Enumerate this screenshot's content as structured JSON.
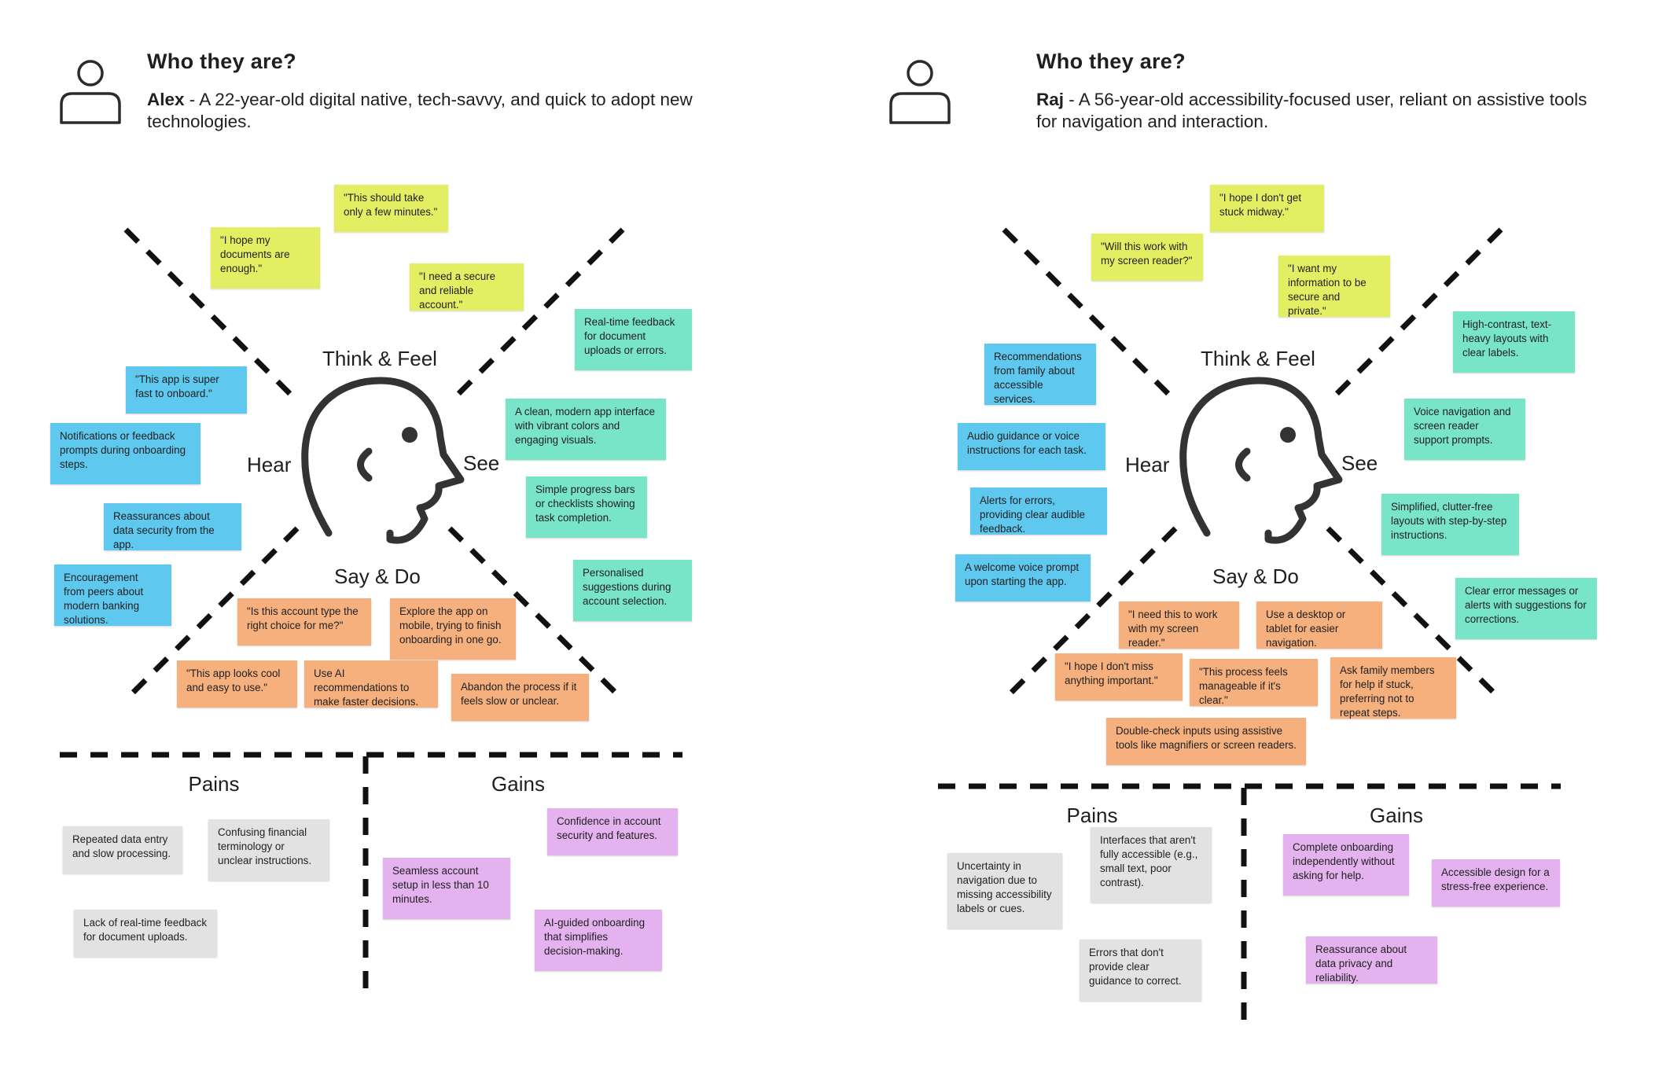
{
  "maps": [
    {
      "who_title": "Who they are?",
      "persona_name": "Alex",
      "persona_desc": " - A 22-year-old digital native, tech-savvy, and quick to adopt new technologies.",
      "quadrants": {
        "think_feel": "Think & Feel",
        "hear": "Hear",
        "see": "See",
        "say_do": "Say & Do"
      },
      "sections": {
        "pains": "Pains",
        "gains": "Gains"
      },
      "notes": [
        {
          "text": "\"I hope my documents are enough.\"",
          "color": "quote"
        },
        {
          "text": "\"This should take only a few minutes.\"",
          "color": "quote"
        },
        {
          "text": "\"I need a secure and reliable account.\"",
          "color": "quote"
        },
        {
          "text": "\"This app is super fast to onboard.\"",
          "color": "hear"
        },
        {
          "text": "Notifications or feedback prompts during onboarding steps.",
          "color": "hear"
        },
        {
          "text": "Reassurances about data security from the app.",
          "color": "hear"
        },
        {
          "text": "Encouragement from peers about modern banking solutions.",
          "color": "hear"
        },
        {
          "text": "Real-time feedback for document uploads or errors.",
          "color": "see"
        },
        {
          "text": "A clean, modern app interface with vibrant colors and engaging visuals.",
          "color": "see"
        },
        {
          "text": "Simple progress bars or checklists showing task completion.",
          "color": "see"
        },
        {
          "text": "Personalised suggestions during account selection.",
          "color": "see"
        },
        {
          "text": "\"Is this account type the right choice for me?\"",
          "color": "say"
        },
        {
          "text": "Explore the app on mobile, trying to finish onboarding in one go.",
          "color": "say"
        },
        {
          "text": "\"This app looks cool and easy to use.\"",
          "color": "say"
        },
        {
          "text": "Use AI recommendations to make faster decisions.",
          "color": "say"
        },
        {
          "text": "Abandon the process if it feels slow or unclear.",
          "color": "say"
        },
        {
          "text": "Repeated data entry and slow processing.",
          "color": "pain"
        },
        {
          "text": "Confusing financial terminology or unclear instructions.",
          "color": "pain"
        },
        {
          "text": "Lack of real-time feedback for document uploads.",
          "color": "pain"
        },
        {
          "text": "Confidence in account security and features.",
          "color": "gain"
        },
        {
          "text": "Seamless account setup in less than 10 minutes.",
          "color": "gain"
        },
        {
          "text": "AI-guided onboarding that simplifies decision-making.",
          "color": "gain"
        }
      ]
    },
    {
      "who_title": "Who they are?",
      "persona_name": "Raj",
      "persona_desc": " - A 56-year-old accessibility-focused user, reliant on assistive tools for navigation and interaction.",
      "quadrants": {
        "think_feel": "Think & Feel",
        "hear": "Hear",
        "see": "See",
        "say_do": "Say & Do"
      },
      "sections": {
        "pains": "Pains",
        "gains": "Gains"
      },
      "notes": [
        {
          "text": "\"I hope I don't get stuck midway.\"",
          "color": "quote"
        },
        {
          "text": "\"Will this work with my screen reader?\"",
          "color": "quote"
        },
        {
          "text": "\"I want my information to be secure and private.\"",
          "color": "quote"
        },
        {
          "text": "Recommendations from family about accessible services.",
          "color": "hear"
        },
        {
          "text": "Audio guidance or voice instructions for each task.",
          "color": "hear"
        },
        {
          "text": "Alerts for errors, providing clear audible feedback.",
          "color": "hear"
        },
        {
          "text": "A welcome voice prompt upon starting the app.",
          "color": "hear"
        },
        {
          "text": "High-contrast, text-heavy layouts with clear labels.",
          "color": "see"
        },
        {
          "text": "Voice navigation and screen reader support prompts.",
          "color": "see"
        },
        {
          "text": "Simplified, clutter-free layouts with step-by-step instructions.",
          "color": "see"
        },
        {
          "text": "Clear error messages or alerts with suggestions for corrections.",
          "color": "see"
        },
        {
          "text": "\"I need this to work with my screen reader.\"",
          "color": "say"
        },
        {
          "text": "Use a desktop or tablet for easier navigation.",
          "color": "say"
        },
        {
          "text": "\"I hope I don't miss anything important.\"",
          "color": "say"
        },
        {
          "text": "\"This process feels manageable if it's clear.\"",
          "color": "say"
        },
        {
          "text": "Ask family members for help if stuck, preferring not to repeat steps.",
          "color": "say"
        },
        {
          "text": "Double-check inputs using assistive tools like magnifiers or screen readers.",
          "color": "say"
        },
        {
          "text": "Uncertainty in navigation due to missing accessibility labels or cues.",
          "color": "pain"
        },
        {
          "text": "Interfaces that aren't fully accessible (e.g., small text, poor contrast).",
          "color": "pain"
        },
        {
          "text": "Errors that don't provide clear guidance to correct.",
          "color": "pain"
        },
        {
          "text": "Complete onboarding independently without asking for help.",
          "color": "gain"
        },
        {
          "text": "Accessible design for a stress-free experience.",
          "color": "gain"
        },
        {
          "text": "Reassurance about data privacy and reliability.",
          "color": "gain"
        }
      ]
    }
  ]
}
